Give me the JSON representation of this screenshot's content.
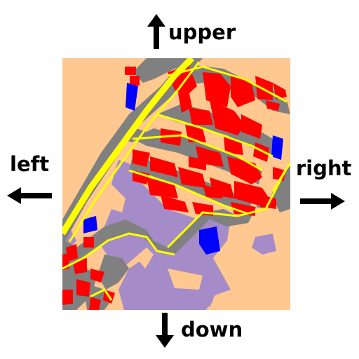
{
  "directions": {
    "upper": "upper",
    "down": "down",
    "left": "left",
    "right": "right"
  },
  "colors": {
    "background": "#FFC890",
    "building": "#FF0000",
    "road": "#808080",
    "road_edge": "#FFFF00",
    "water": "#0000FF",
    "open_area": "#A58CC8",
    "arrow": "#000000"
  },
  "icons": {
    "up": "arrow-up-icon",
    "down": "arrow-down-icon",
    "left": "arrow-left-icon",
    "right": "arrow-right-icon"
  }
}
